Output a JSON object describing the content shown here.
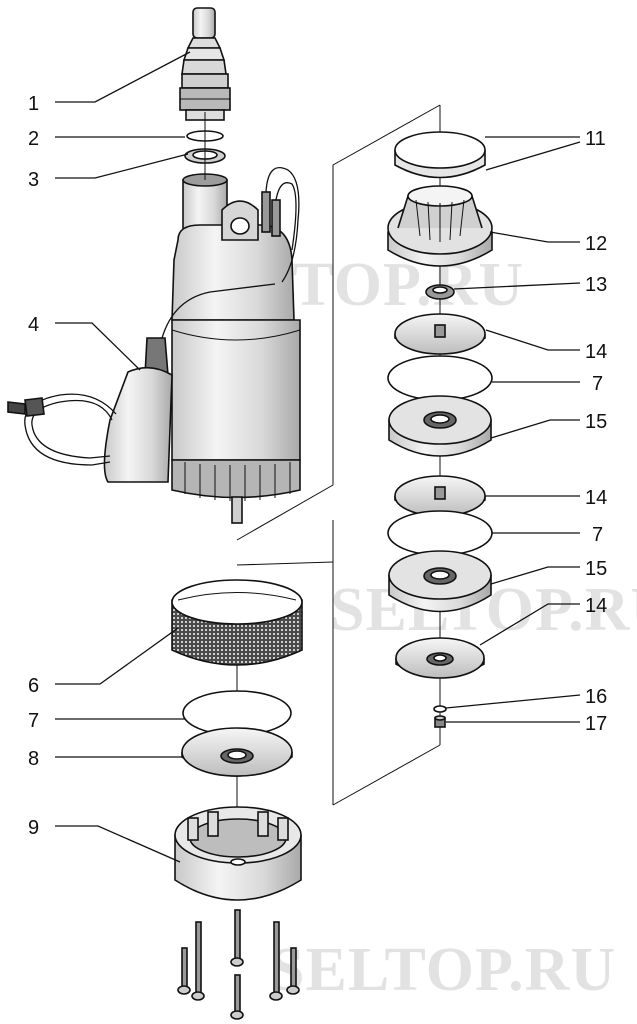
{
  "watermark": {
    "text": "SELTOP.RU"
  },
  "callouts": {
    "c1": "1",
    "c2": "2",
    "c3": "3",
    "c4": "4",
    "c6": "6",
    "c7a": "7",
    "c8": "8",
    "c9": "9",
    "c11": "11",
    "c12": "12",
    "c13": "13",
    "c14a": "14",
    "c7b": "7",
    "c15a": "15",
    "c14b": "14",
    "c7c": "7",
    "c15b": "15",
    "c14c": "14",
    "c16": "16",
    "c17": "17"
  }
}
